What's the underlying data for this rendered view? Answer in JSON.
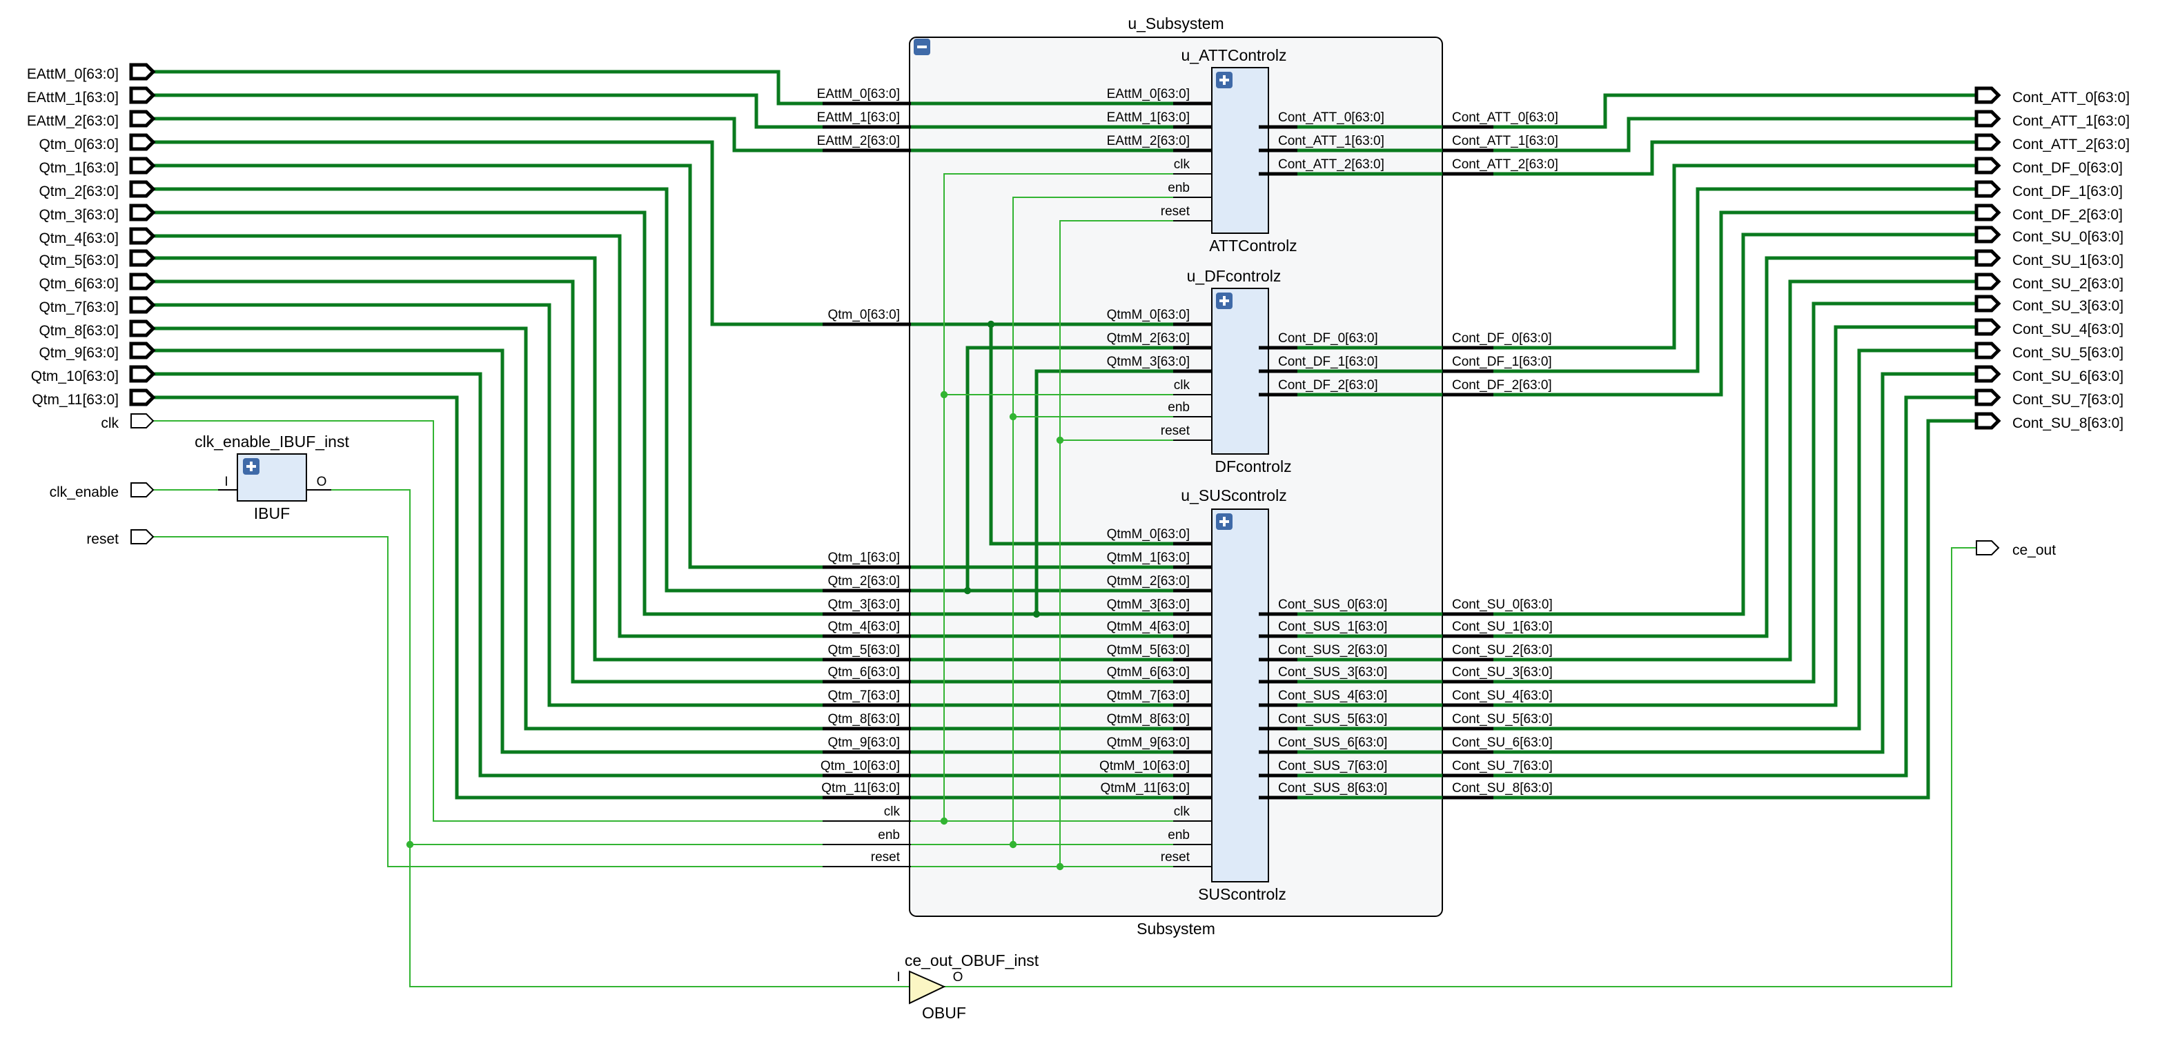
{
  "subsystem": {
    "instance": "u_Subsystem",
    "type": "Subsystem"
  },
  "top_inputs": {
    "eattm": [
      "EAttM_0[63:0]",
      "EAttM_1[63:0]",
      "EAttM_2[63:0]"
    ],
    "qtm": [
      "Qtm_0[63:0]",
      "Qtm_1[63:0]",
      "Qtm_2[63:0]",
      "Qtm_3[63:0]",
      "Qtm_4[63:0]",
      "Qtm_5[63:0]",
      "Qtm_6[63:0]",
      "Qtm_7[63:0]",
      "Qtm_8[63:0]",
      "Qtm_9[63:0]",
      "Qtm_10[63:0]",
      "Qtm_11[63:0]"
    ],
    "clk": "clk",
    "clk_enable": "clk_enable",
    "reset": "reset"
  },
  "top_outputs": {
    "cont_att": [
      "Cont_ATT_0[63:0]",
      "Cont_ATT_1[63:0]",
      "Cont_ATT_2[63:0]"
    ],
    "cont_df": [
      "Cont_DF_0[63:0]",
      "Cont_DF_1[63:0]",
      "Cont_DF_2[63:0]"
    ],
    "cont_su": [
      "Cont_SU_0[63:0]",
      "Cont_SU_1[63:0]",
      "Cont_SU_2[63:0]",
      "Cont_SU_3[63:0]",
      "Cont_SU_4[63:0]",
      "Cont_SU_5[63:0]",
      "Cont_SU_6[63:0]",
      "Cont_SU_7[63:0]",
      "Cont_SU_8[63:0]"
    ],
    "ce_out": "ce_out"
  },
  "ibuf": {
    "instance": "clk_enable_IBUF_inst",
    "type": "IBUF",
    "pin_in": "I",
    "pin_out": "O"
  },
  "obuf": {
    "instance": "ce_out_OBUF_inst",
    "type": "OBUF",
    "pin_in": "I",
    "pin_out": "O"
  },
  "sub_ports_left": {
    "eattm": [
      "EAttM_0[63:0]",
      "EAttM_1[63:0]",
      "EAttM_2[63:0]"
    ],
    "qtm0": "Qtm_0[63:0]",
    "qtm": [
      "Qtm_1[63:0]",
      "Qtm_2[63:0]",
      "Qtm_3[63:0]",
      "Qtm_4[63:0]",
      "Qtm_5[63:0]",
      "Qtm_6[63:0]",
      "Qtm_7[63:0]",
      "Qtm_8[63:0]",
      "Qtm_9[63:0]",
      "Qtm_10[63:0]",
      "Qtm_11[63:0]"
    ],
    "ctrl": [
      "clk",
      "enb",
      "reset"
    ]
  },
  "sub_ports_right": {
    "cont_att": [
      "Cont_ATT_0[63:0]",
      "Cont_ATT_1[63:0]",
      "Cont_ATT_2[63:0]"
    ],
    "cont_df": [
      "Cont_DF_0[63:0]",
      "Cont_DF_1[63:0]",
      "Cont_DF_2[63:0]"
    ],
    "cont_su": [
      "Cont_SU_0[63:0]",
      "Cont_SU_1[63:0]",
      "Cont_SU_2[63:0]",
      "Cont_SU_3[63:0]",
      "Cont_SU_4[63:0]",
      "Cont_SU_5[63:0]",
      "Cont_SU_6[63:0]",
      "Cont_SU_7[63:0]",
      "Cont_SU_8[63:0]"
    ]
  },
  "att": {
    "instance": "u_ATTControlz",
    "type": "ATTControlz",
    "inputs": [
      "EAttM_0[63:0]",
      "EAttM_1[63:0]",
      "EAttM_2[63:0]",
      "clk",
      "enb",
      "reset"
    ],
    "outputs": [
      "Cont_ATT_0[63:0]",
      "Cont_ATT_1[63:0]",
      "Cont_ATT_2[63:0]"
    ]
  },
  "df": {
    "instance": "u_DFcontrolz",
    "type": "DFcontrolz",
    "inputs": [
      "QtmM_0[63:0]",
      "QtmM_2[63:0]",
      "QtmM_3[63:0]",
      "clk",
      "enb",
      "reset"
    ],
    "outputs": [
      "Cont_DF_0[63:0]",
      "Cont_DF_1[63:0]",
      "Cont_DF_2[63:0]"
    ]
  },
  "sus": {
    "instance": "u_SUScontrolz",
    "type": "SUScontrolz",
    "inputs": [
      "QtmM_0[63:0]",
      "QtmM_1[63:0]",
      "QtmM_2[63:0]",
      "QtmM_3[63:0]",
      "QtmM_4[63:0]",
      "QtmM_5[63:0]",
      "QtmM_6[63:0]",
      "QtmM_7[63:0]",
      "QtmM_8[63:0]",
      "QtmM_9[63:0]",
      "QtmM_10[63:0]",
      "QtmM_11[63:0]",
      "clk",
      "enb",
      "reset"
    ],
    "outputs": [
      "Cont_SUS_0[63:0]",
      "Cont_SUS_1[63:0]",
      "Cont_SUS_2[63:0]",
      "Cont_SUS_3[63:0]",
      "Cont_SUS_4[63:0]",
      "Cont_SUS_5[63:0]",
      "Cont_SUS_6[63:0]",
      "Cont_SUS_7[63:0]",
      "Cont_SUS_8[63:0]"
    ]
  },
  "colors": {
    "bus": "#0a7a1e",
    "wire": "#32b432",
    "block_fill": "#deeaf8",
    "subsystem_fill": "#f6f7f8",
    "expand_icon": "#3f6aa8",
    "obuf_fill": "#fbf6c4"
  },
  "icons": {
    "expand": "plus-icon",
    "collapse": "minus-icon"
  }
}
